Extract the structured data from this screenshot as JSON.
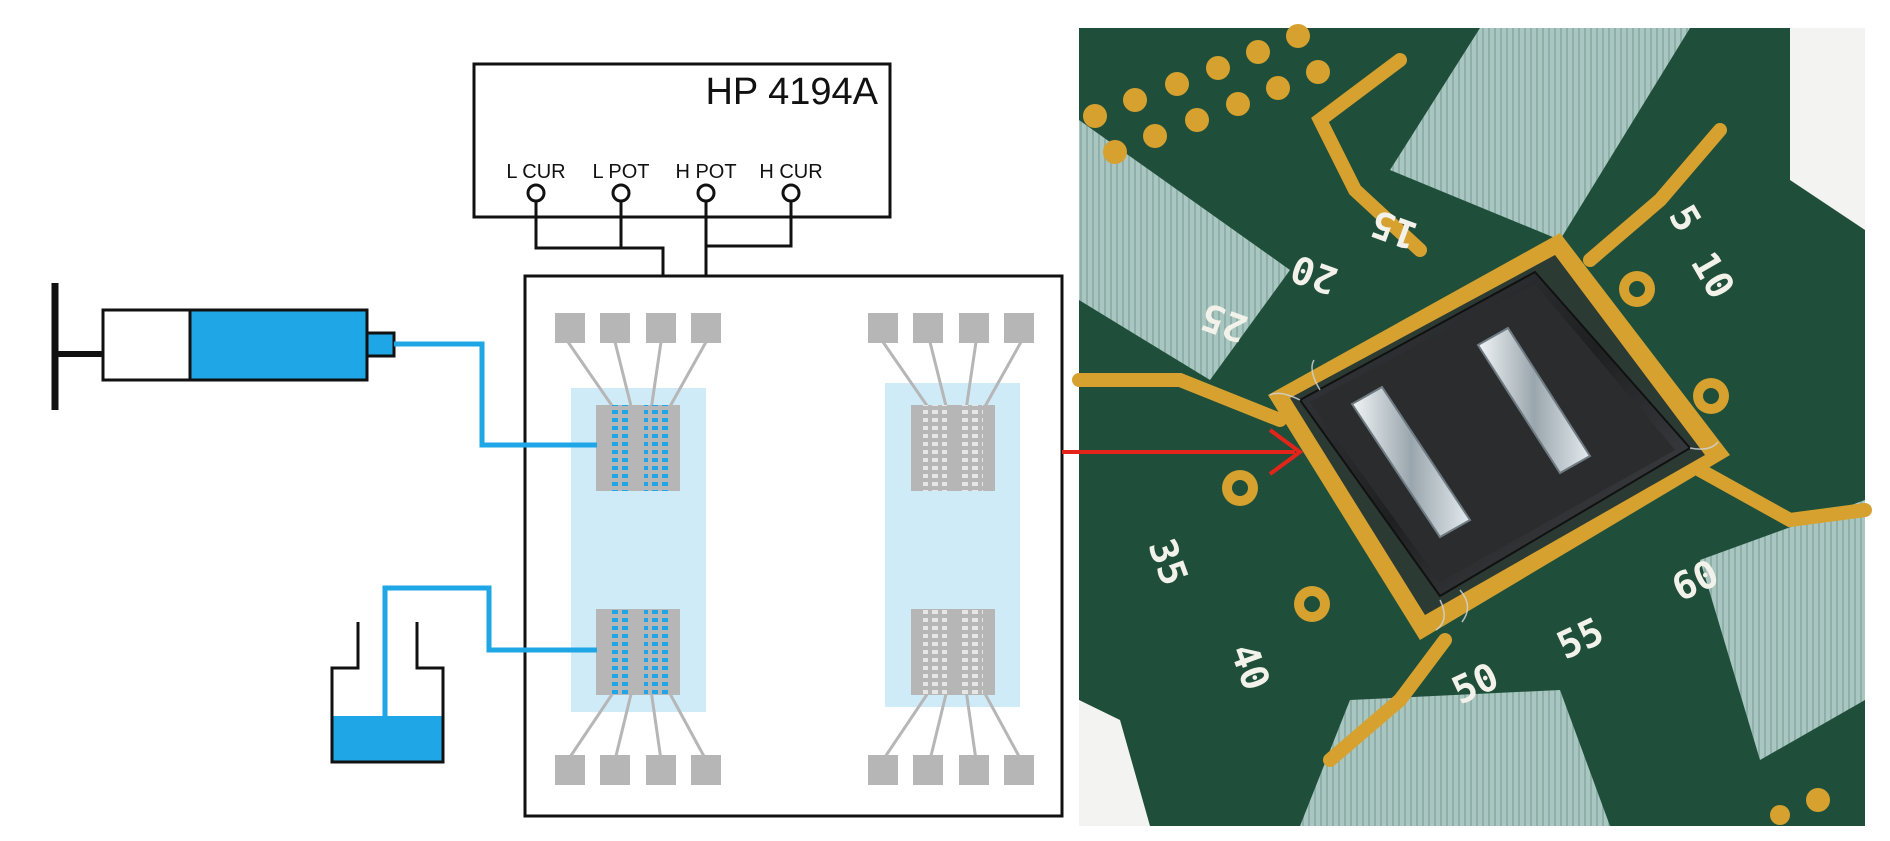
{
  "instrument": {
    "model": "HP 4194A",
    "terminals": [
      "L CUR",
      "L POT",
      "H POT",
      "H CUR"
    ]
  },
  "pcb": {
    "pin_numbers": [
      "5",
      "10",
      "15",
      "20",
      "25",
      "35",
      "40",
      "50",
      "55",
      "60"
    ]
  },
  "colors": {
    "fluid": "#1ea6e6",
    "chamber": "#d0ebf8",
    "pad": "#b6b6b6",
    "wire": "#111111",
    "pointer_arrow": "#e3241b",
    "pcb_green": "#1f4f3a",
    "gold": "#d6a12f"
  },
  "icons": [
    "syringe-icon",
    "reservoir-icon",
    "pointer-arrow-icon"
  ]
}
